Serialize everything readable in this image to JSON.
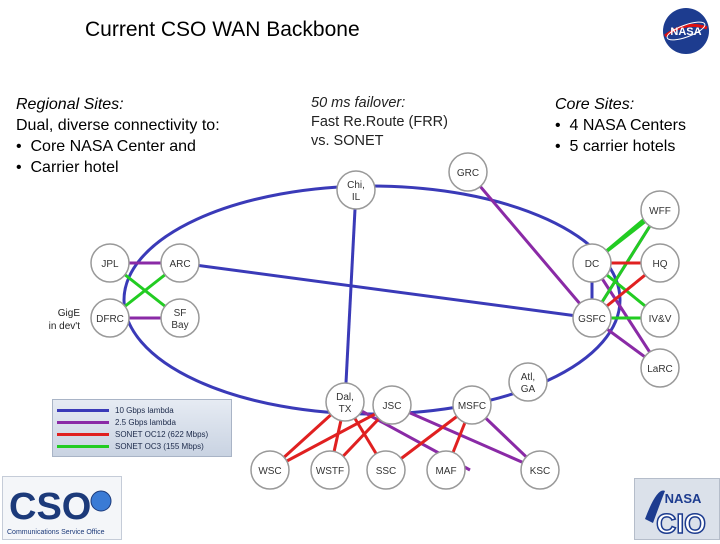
{
  "title": "Current CSO WAN Backbone",
  "regional": {
    "heading": "Regional Sites:",
    "line": "Dual, diverse connectivity to:",
    "bullets": [
      "Core NASA Center and",
      "Carrier hotel"
    ]
  },
  "failover": {
    "line1": "50 ms failover:",
    "line2": "Fast Re.Route (FRR)",
    "line3": "vs. SONET"
  },
  "core": {
    "heading": "Core Sites:",
    "bullets": [
      "4 NASA Centers",
      "5 carrier hotels"
    ]
  },
  "nodes": {
    "grc": "GRC",
    "chi": [
      "Chi,",
      "IL"
    ],
    "wff": "WFF",
    "jpl": "JPL",
    "arc": "ARC",
    "dc": "DC",
    "hq": "HQ",
    "dfrc": "DFRC",
    "sf": [
      "SF",
      "Bay"
    ],
    "gsfc": "GSFC",
    "ivv": "IV&V",
    "larc": "LaRC",
    "atl": [
      "Atl,",
      "GA"
    ],
    "dal": [
      "Dal,",
      "TX"
    ],
    "jsc": "JSC",
    "msfc": "MSFC",
    "wsc": "WSC",
    "wstf": "WSTF",
    "ssc": "SSC",
    "maf": "MAF",
    "ksc": "KSC"
  },
  "gige_note": [
    "GigE",
    "in dev't"
  ],
  "legend": [
    {
      "label": "10 Gbps lambda",
      "color": "#3a3ab8"
    },
    {
      "label": "2.5 Gbps lambda",
      "color": "#8a2aa6"
    },
    {
      "label": "SONET OC12 (622 Mbps)",
      "color": "#e02020"
    },
    {
      "label": "SONET OC3 (155 Mbps)",
      "color": "#22cc22"
    }
  ],
  "logos": {
    "cso": "CSO",
    "cso_sub": "Communications Service Office",
    "nasa": "NASA",
    "cio": "CIO"
  },
  "colors": {
    "tenG": "#3a3ab8",
    "twoFiveG": "#8a2aa6",
    "oc12": "#e02020",
    "oc3": "#22cc22",
    "node_fill": "#ffffff",
    "node_stroke": "#999999"
  }
}
